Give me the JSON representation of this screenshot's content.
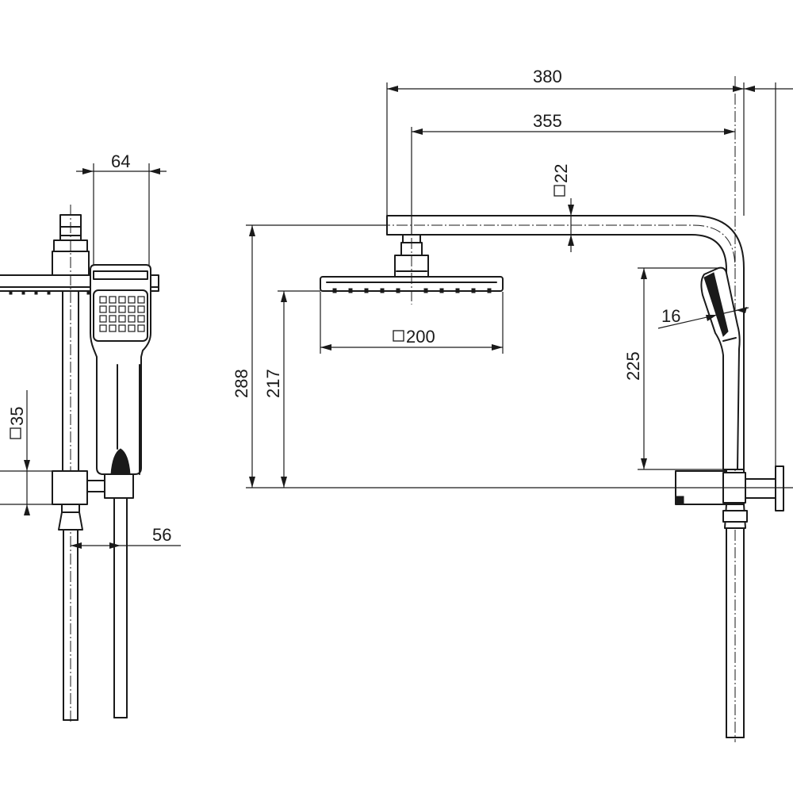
{
  "drawing": {
    "dimensions": {
      "width_overall": "380",
      "arm_reach": "355",
      "arm_section": "22",
      "head_size": "200",
      "height_to_arm": "288",
      "height_to_head": "217",
      "hand_shower_height": "225",
      "hand_shower_angle": "16",
      "side_width": "64",
      "bracket_size": "35",
      "bracket_offset": "56"
    }
  }
}
